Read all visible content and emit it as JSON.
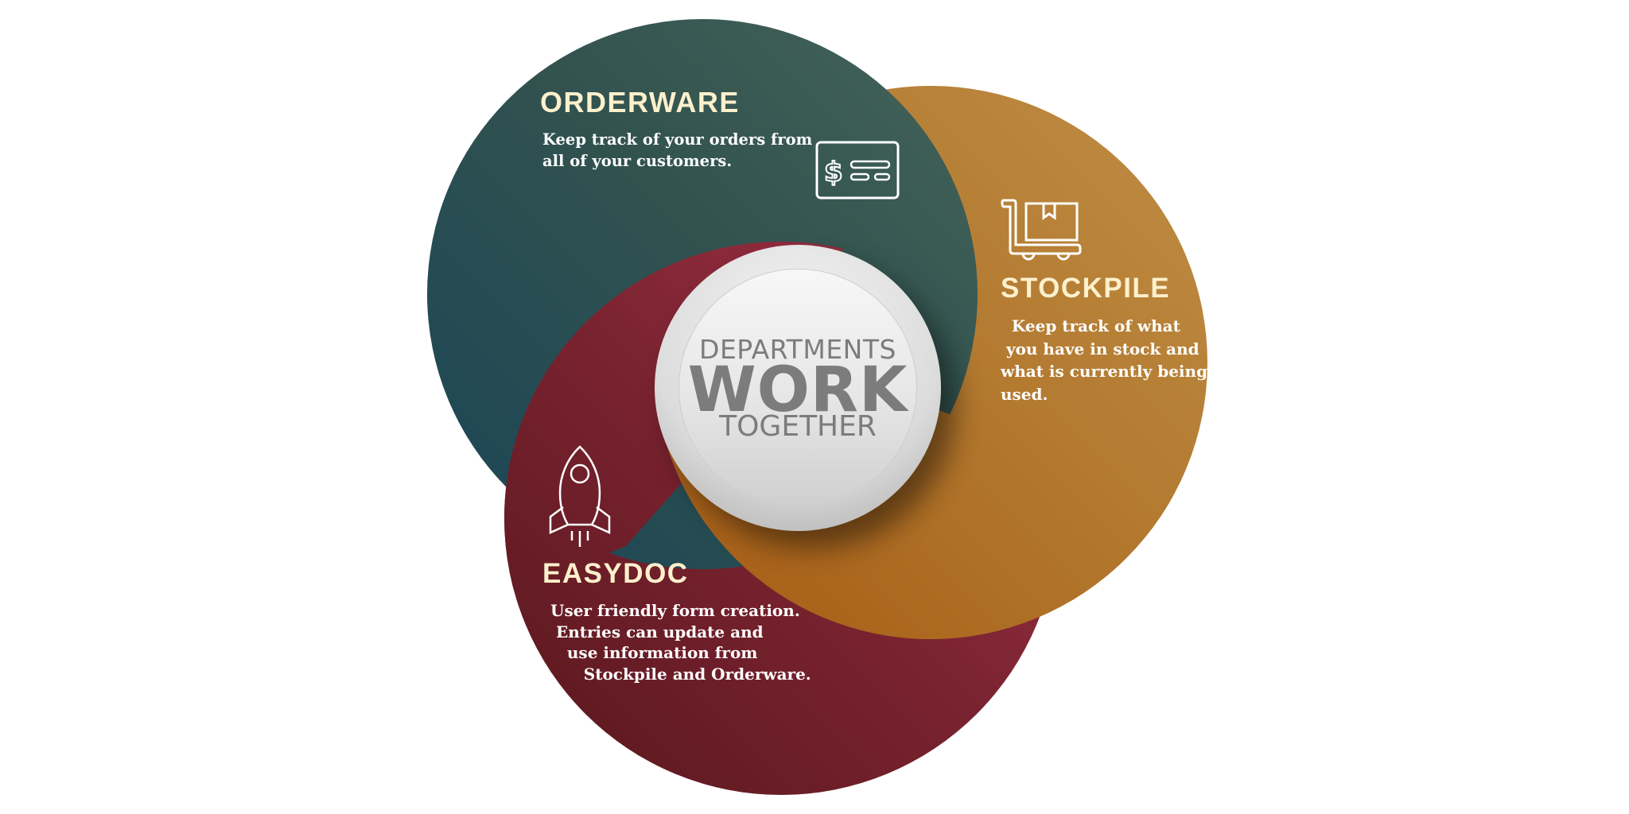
{
  "center": {
    "line1": "DEPARTMENTS",
    "line2": "WORK",
    "line3": "TOGETHER"
  },
  "sections": {
    "orderware": {
      "title": "ORDERWARE",
      "description": "Keep track of your orders from\nall of your customers.",
      "icon": "payment-card-dollar-icon",
      "color": "#2f5252"
    },
    "stockpile": {
      "title": "STOCKPILE",
      "description": "  Keep track of what\n you have in stock and\nwhat is currently being\nused.",
      "icon": "hand-truck-box-icon",
      "color": "#b37a30"
    },
    "easydoc": {
      "title": "EASYDOC",
      "description": "User friendly form creation.\n Entries can update and\n   use information from\n      Stockpile and Orderware.",
      "icon": "rocket-icon",
      "color": "#7a2330"
    }
  },
  "colors": {
    "title_text": "#fdf0cc",
    "body_text": "#ffffff",
    "center_text": "#7c7c7c"
  }
}
